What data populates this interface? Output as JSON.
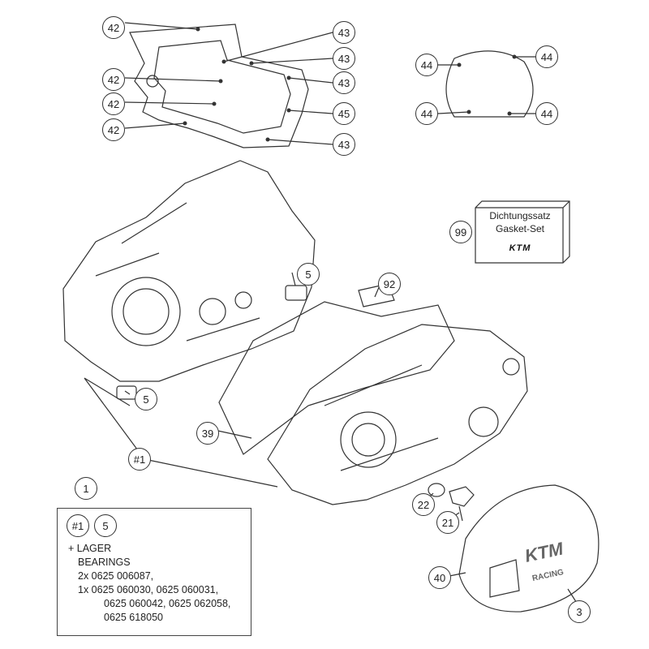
{
  "diagram": {
    "callouts": {
      "c42a": "42",
      "c42b": "42",
      "c42c": "42",
      "c42d": "42",
      "c43a": "43",
      "c43b": "43",
      "c43c": "43",
      "c43d": "43",
      "c45": "45",
      "c44a": "44",
      "c44b": "44",
      "c44c": "44",
      "c44d": "44",
      "c99": "99",
      "c92": "92",
      "c5a": "5",
      "c5b": "5",
      "c39": "39",
      "c1hash": "#1",
      "c1": "1",
      "c22": "22",
      "c21": "21",
      "c40": "40",
      "c3": "3"
    },
    "kit_box": {
      "line1": "Dichtungssatz",
      "line2": "Gasket-Set",
      "logo": "KTM"
    },
    "info_box": {
      "callout_a": "#1",
      "callout_b": "5",
      "line1": "+ LAGER",
      "line2": "BEARINGS",
      "line3": "2x 0625 006087,",
      "line4": "1x 0625 060030, 0625 060031,",
      "line5": "0625 060042, 0625 062058,",
      "line6": "0625 618050"
    },
    "cover_text": {
      "brand": "KTM",
      "sub": "RACING"
    }
  }
}
